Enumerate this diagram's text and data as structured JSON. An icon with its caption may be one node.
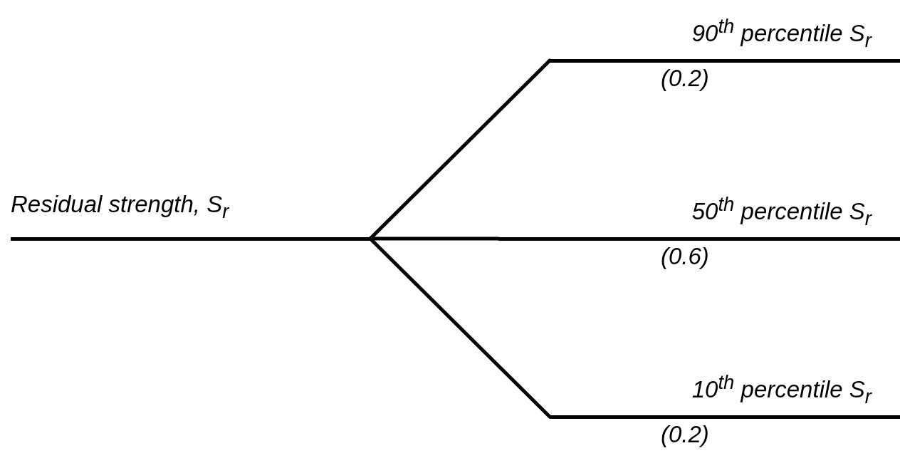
{
  "diagram": {
    "nodes": [
      {
        "text": [
          "Residual strength, S$_{r}$"
        ]
      },
      {
        "text": [
          "90$^{th}$ percentile S$_{r}$"
        ],
        "beside": [
          "(0.2)"
        ]
      },
      {
        "text": [
          "50$^{th}$ percentile S$_{r}$"
        ],
        "beside": [
          "(0.6)"
        ]
      },
      {
        "text": [
          "10$^{th}$ percentile S$_{r}$"
        ],
        "beside": [
          "(0.2)"
        ]
      }
    ],
    "edges": [
      {
        "from": 0,
        "to": 1,
        "arrow": "none"
      },
      {
        "from": 0,
        "to": 2,
        "arrow": "none"
      },
      {
        "from": 0,
        "to": 3,
        "arrow": "none"
      }
    ]
  }
}
